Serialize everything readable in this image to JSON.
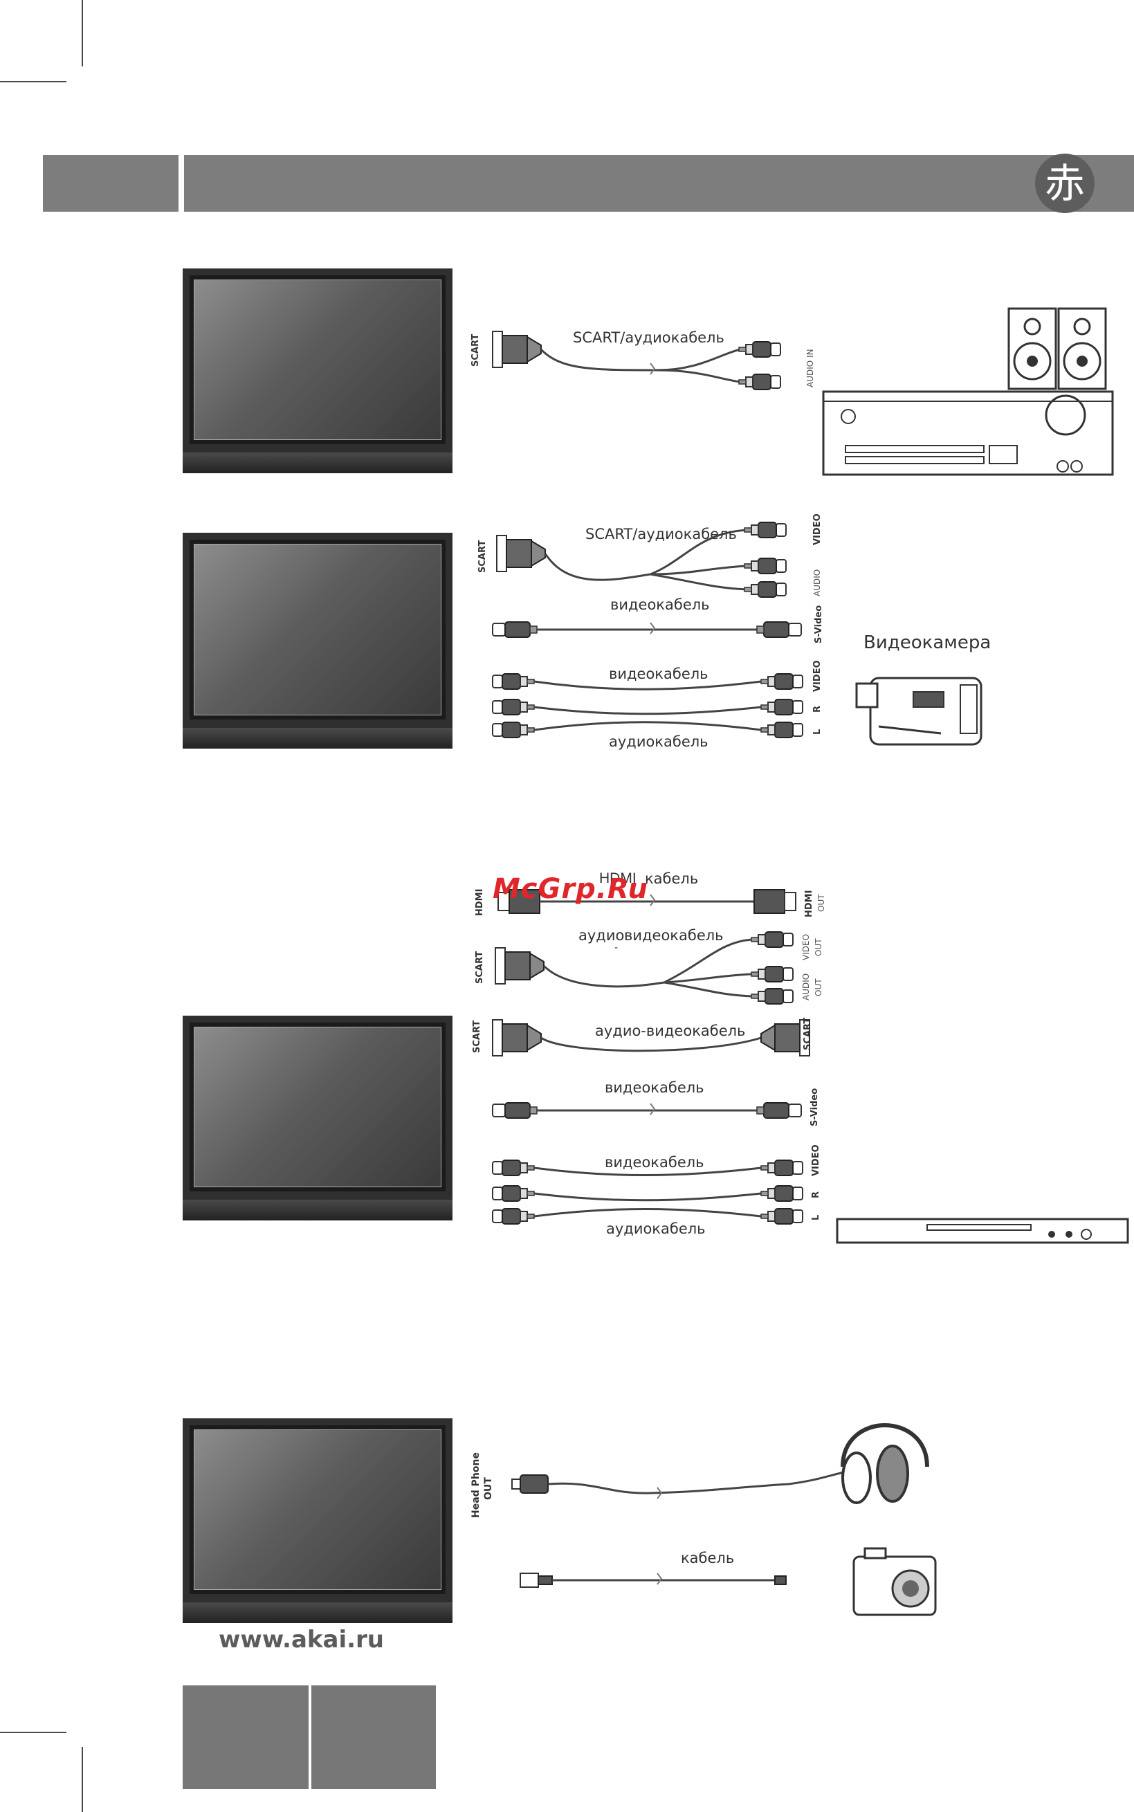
{
  "header": {
    "logo_glyph": "赤"
  },
  "sections": {
    "amplifier": {
      "cable_label": "SCART/аудиокабель",
      "left_port": "SCART",
      "right_port": "AUDIO IN"
    },
    "camcorder": {
      "scart_cable_label": "SCART/аудиокабель",
      "scart_port": "SCART",
      "video_port": "VIDEO",
      "audio_port": "AUDIO",
      "svideo_cable_label": "видеокабель",
      "svideo_port": "S-Video",
      "composite_video_label": "видеокабель",
      "composite_audio_label": "аудиокабель",
      "port_video": "VIDEO",
      "port_r": "R",
      "port_l": "L",
      "device_label": "Видеокамера"
    },
    "dvd": {
      "hdmi_word": "HDMI",
      "hdmi_cable_label": "кабель",
      "hdmi_left_port": "HDMI",
      "hdmi_right_port": "HDMI",
      "hdmi_right_sub": "OUT",
      "av_label_left": "аудио",
      "av_label_right": "видеокабель",
      "av_dash": "-",
      "scart_port": "SCART",
      "video_out_a": "VIDEO",
      "video_out_b": "OUT",
      "audio_out_a": "AUDIO",
      "audio_out_b": "OUT",
      "scart2_label": "аудио-видеокабель",
      "scart2_left": "SCART",
      "scart2_right": "SCART",
      "svideo_label": "видеокабель",
      "svideo_port": "S-Video",
      "composite_video_label": "видеокабель",
      "composite_audio_label": "аудиокабель",
      "port_video": "VIDEO",
      "port_r": "R",
      "port_l": "L"
    },
    "headphone": {
      "port_line1": "Head Phone",
      "port_line2": "OUT",
      "usb_cable_label": "кабель"
    }
  },
  "watermark": "McGrp.Ru",
  "footer": {
    "url": "www.akai.ru"
  }
}
